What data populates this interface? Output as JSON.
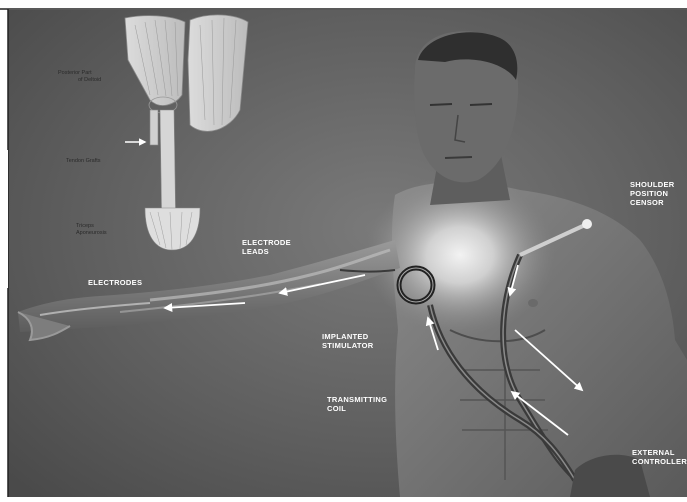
{
  "labels": {
    "posterior_deltoid": [
      "Posterior Part",
      "of Deltoid"
    ],
    "tendon_grafts": "Tendon Grafts",
    "triceps_aponeurosis": [
      "Triceps",
      "Aponeurosis"
    ],
    "electrode_leads": [
      "ELECTRODE",
      "LEADS"
    ],
    "electrodes": "ELECTRODES",
    "shoulder_sensor": [
      "SHOULDER",
      "POSITION",
      "CENSOR"
    ],
    "implanted_stimulator": [
      "IMPLANTED",
      "STIMULATOR"
    ],
    "transmitting_coil": [
      "TRANSMITTING",
      "COIL"
    ],
    "external_controller": [
      "EXTERNAL",
      "CONTROLLER"
    ]
  },
  "colors": {
    "background": "#5f5f5f",
    "label": "#ffffff",
    "arrow": "#ffffff",
    "cable": "#3a3a3a"
  }
}
